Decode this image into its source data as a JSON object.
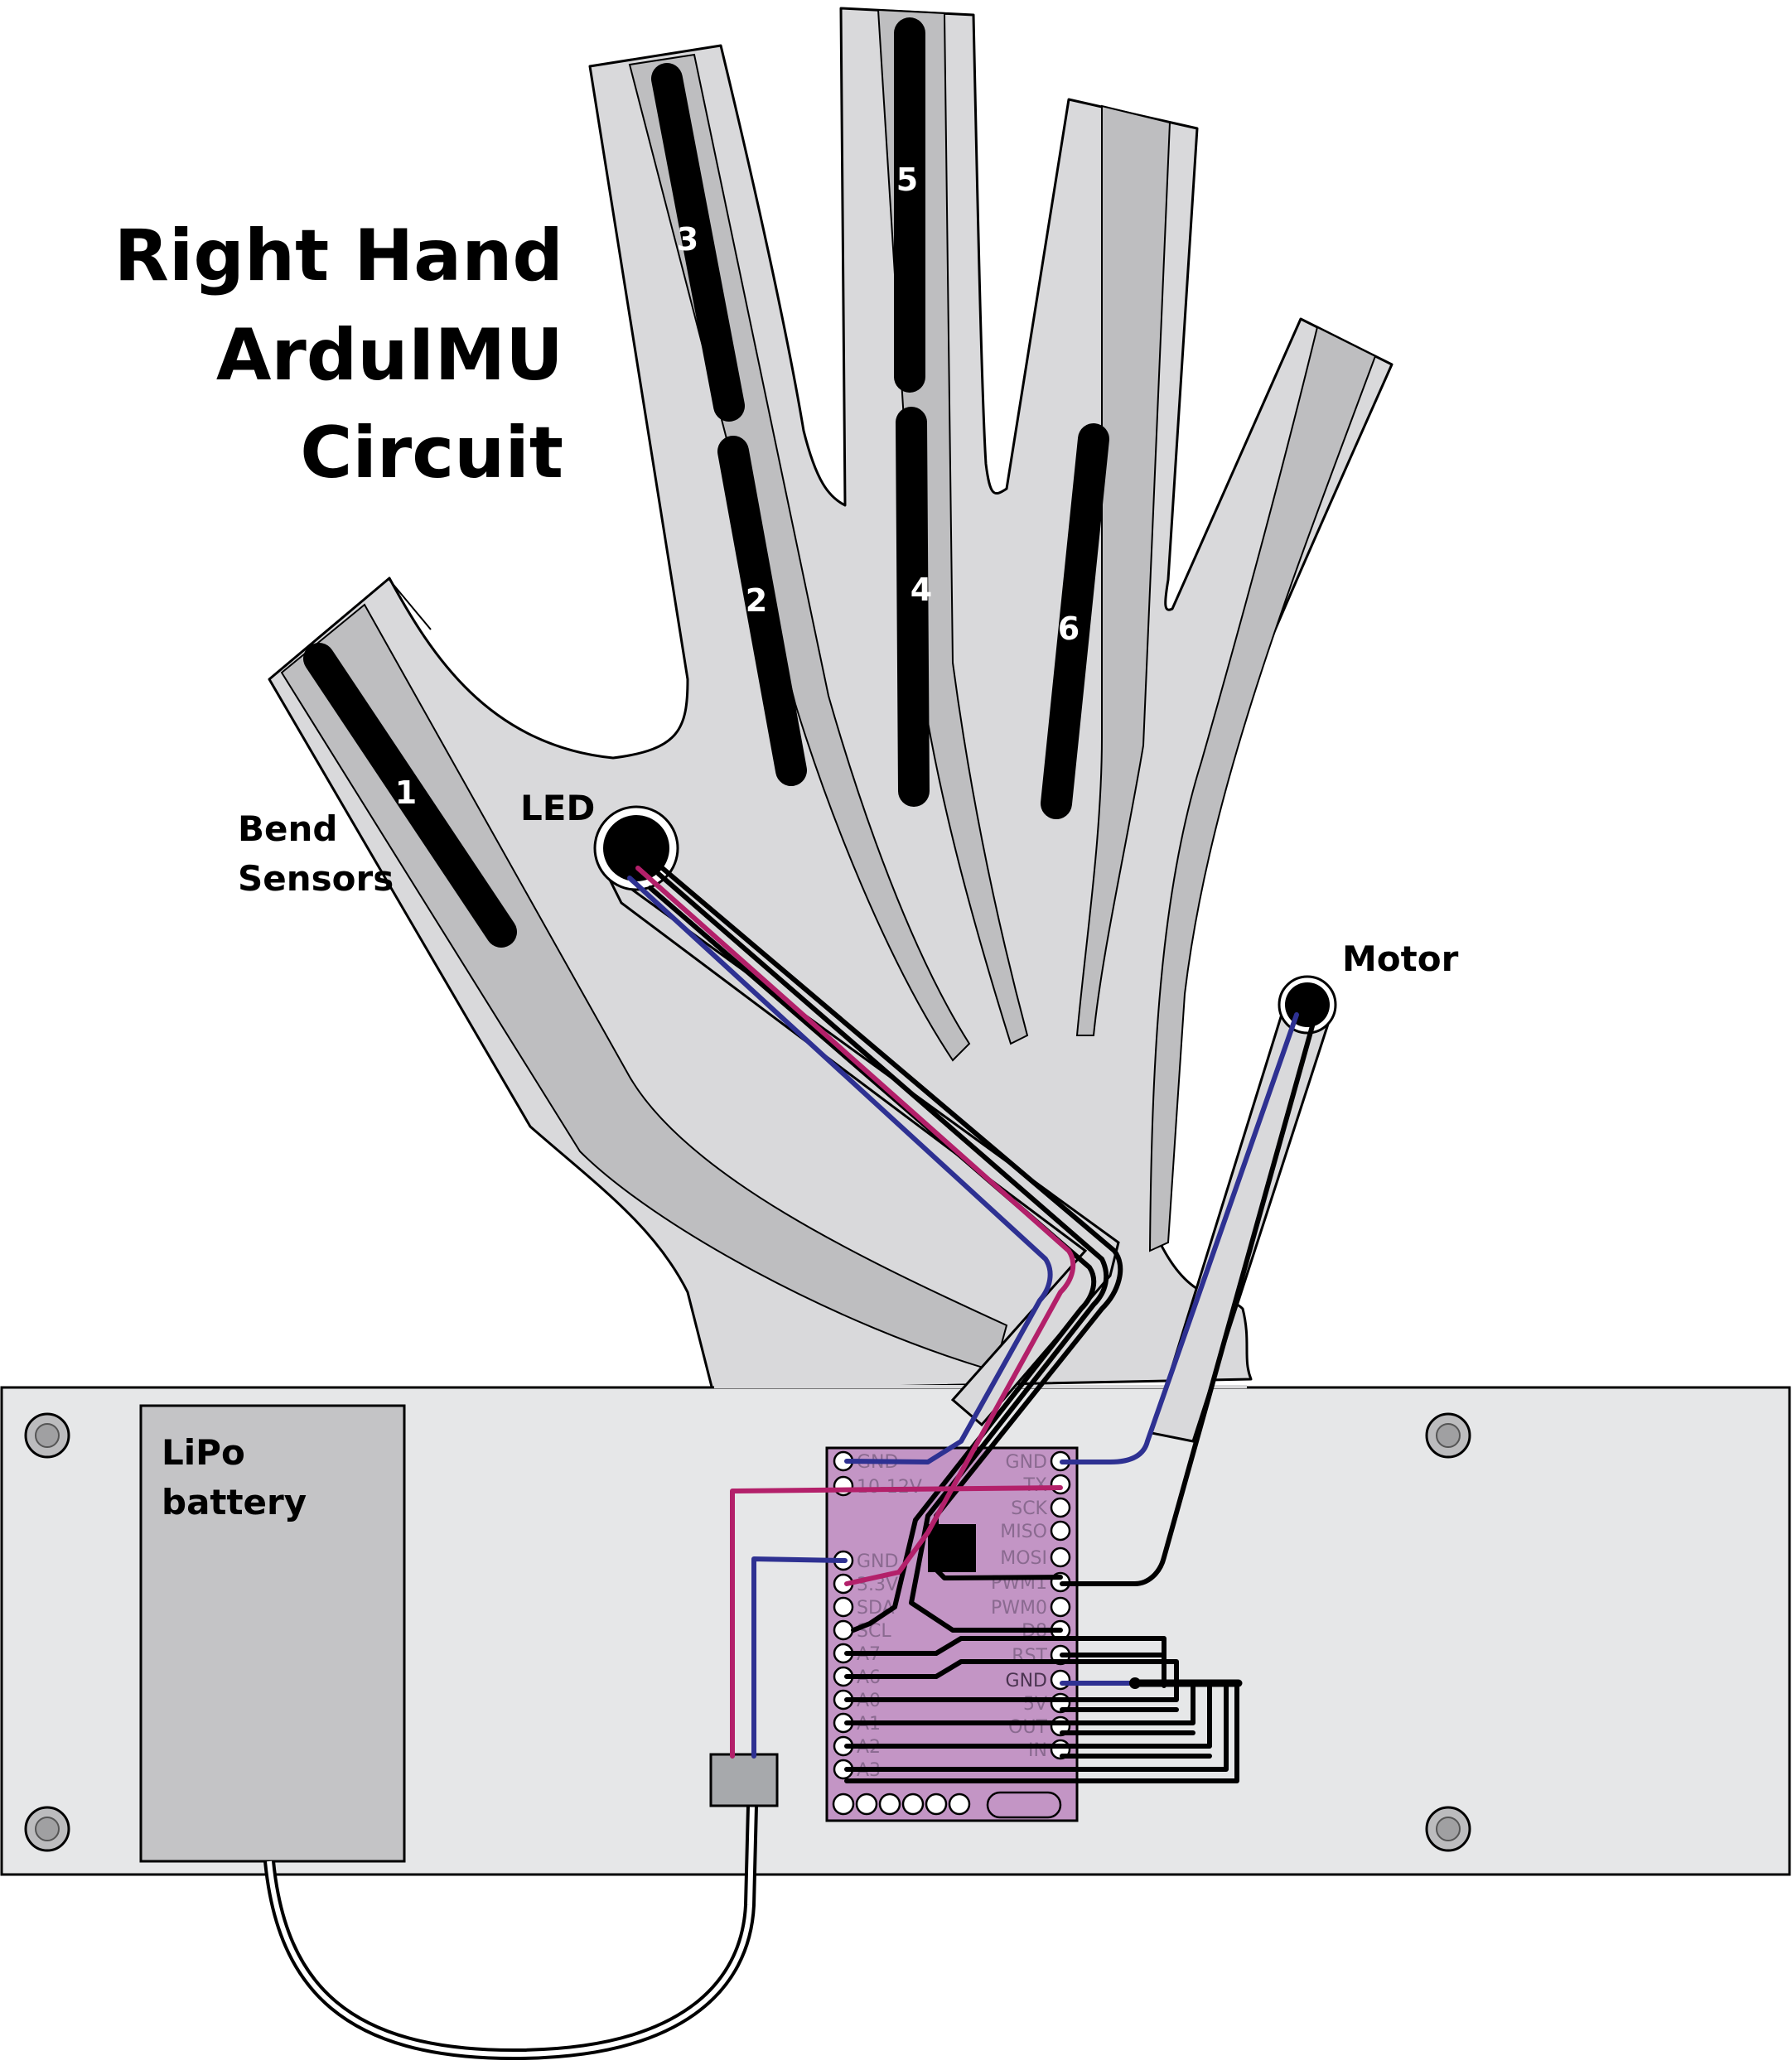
{
  "title": {
    "line1": "Right Hand",
    "line2": "ArduIMU",
    "line3": "Circuit"
  },
  "labels": {
    "bend_sensors_line1": "Bend",
    "bend_sensors_line2": "Sensors",
    "led": "LED",
    "motor": "Motor",
    "battery_line1": "LiPo",
    "battery_line2": "battery"
  },
  "sensor_numbers": [
    "1",
    "2",
    "3",
    "4",
    "5",
    "6"
  ],
  "board_pins": {
    "left": [
      "GND",
      "10-12V",
      "GND",
      "3.3V",
      "SDA",
      "SCL",
      "A7",
      "A6",
      "A0",
      "A1",
      "A2",
      "A3"
    ],
    "right": [
      "GND",
      "TX",
      "SCK",
      "MISO",
      "MOSI",
      "PWM1",
      "PWM0",
      "D8",
      "RST",
      "GND",
      "5V",
      "OUT",
      "IN"
    ]
  },
  "colors": {
    "glove": "#d9d9db",
    "glove_stripe": "#bebec0",
    "base_panel": "#e6e7e8",
    "battery": "#c4c4c6",
    "board": "#c395c5",
    "wire_red": "#b3206a",
    "wire_blue": "#2e3192",
    "wire_black": "#000000"
  }
}
